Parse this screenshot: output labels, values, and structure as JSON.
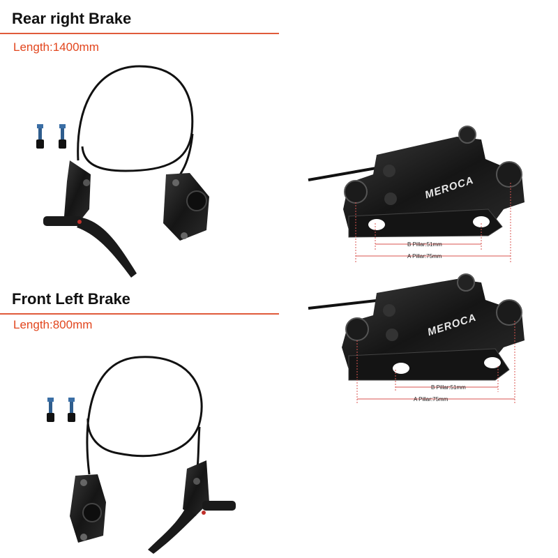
{
  "sections": {
    "rear": {
      "title": "Rear right Brake",
      "length": "Length:1400mm"
    },
    "front": {
      "title": "Front Left Brake",
      "length": "Length:800mm"
    }
  },
  "dimensions": {
    "b_pillar": "B Pillar:51mm",
    "a_pillar": "A Pillar:75mm"
  },
  "brand": "MEROCA",
  "colors": {
    "accent_rule": "#e05a3a",
    "length_text": "#e2461e",
    "dimension_line": "#d9534f",
    "product": "#1a1a1a",
    "bolt_blue": "#3a6ea5"
  }
}
